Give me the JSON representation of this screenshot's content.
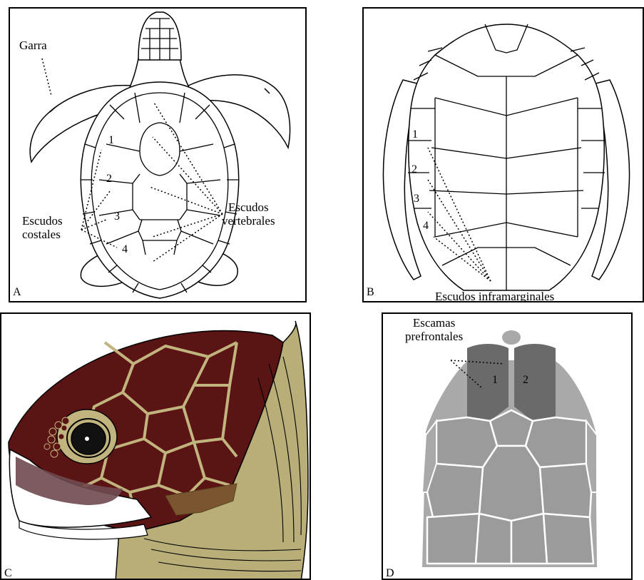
{
  "panels": {
    "a": {
      "letter": "A",
      "labels": {
        "claw": "Garra",
        "costal": "Escudos\ncostales",
        "vertebral": "Escudos\nvertebrales"
      },
      "numbers": [
        "1",
        "2",
        "3",
        "4"
      ]
    },
    "b": {
      "letter": "B",
      "labels": {
        "inframarginal": "Escudos inframarginales"
      },
      "numbers": [
        "1",
        "2",
        "3",
        "4"
      ]
    },
    "c": {
      "letter": "C"
    },
    "d": {
      "letter": "D",
      "labels": {
        "prefrontal": "Escamas\nprefrontales"
      },
      "numbers": [
        "1",
        "2"
      ]
    }
  },
  "colors": {
    "scute_fill": "#ffffff",
    "head_scale_brown": "#5a1414",
    "skin_khaki": "#b9ad78",
    "beak_white": "#ffffff",
    "beak_mauve": "#6f4a50",
    "lower_scale_brown": "#7a5530",
    "head_gray_light": "#a9a9a9",
    "head_gray_mid": "#9b9b9b",
    "prefrontal_dark": "#6a6a6a"
  }
}
